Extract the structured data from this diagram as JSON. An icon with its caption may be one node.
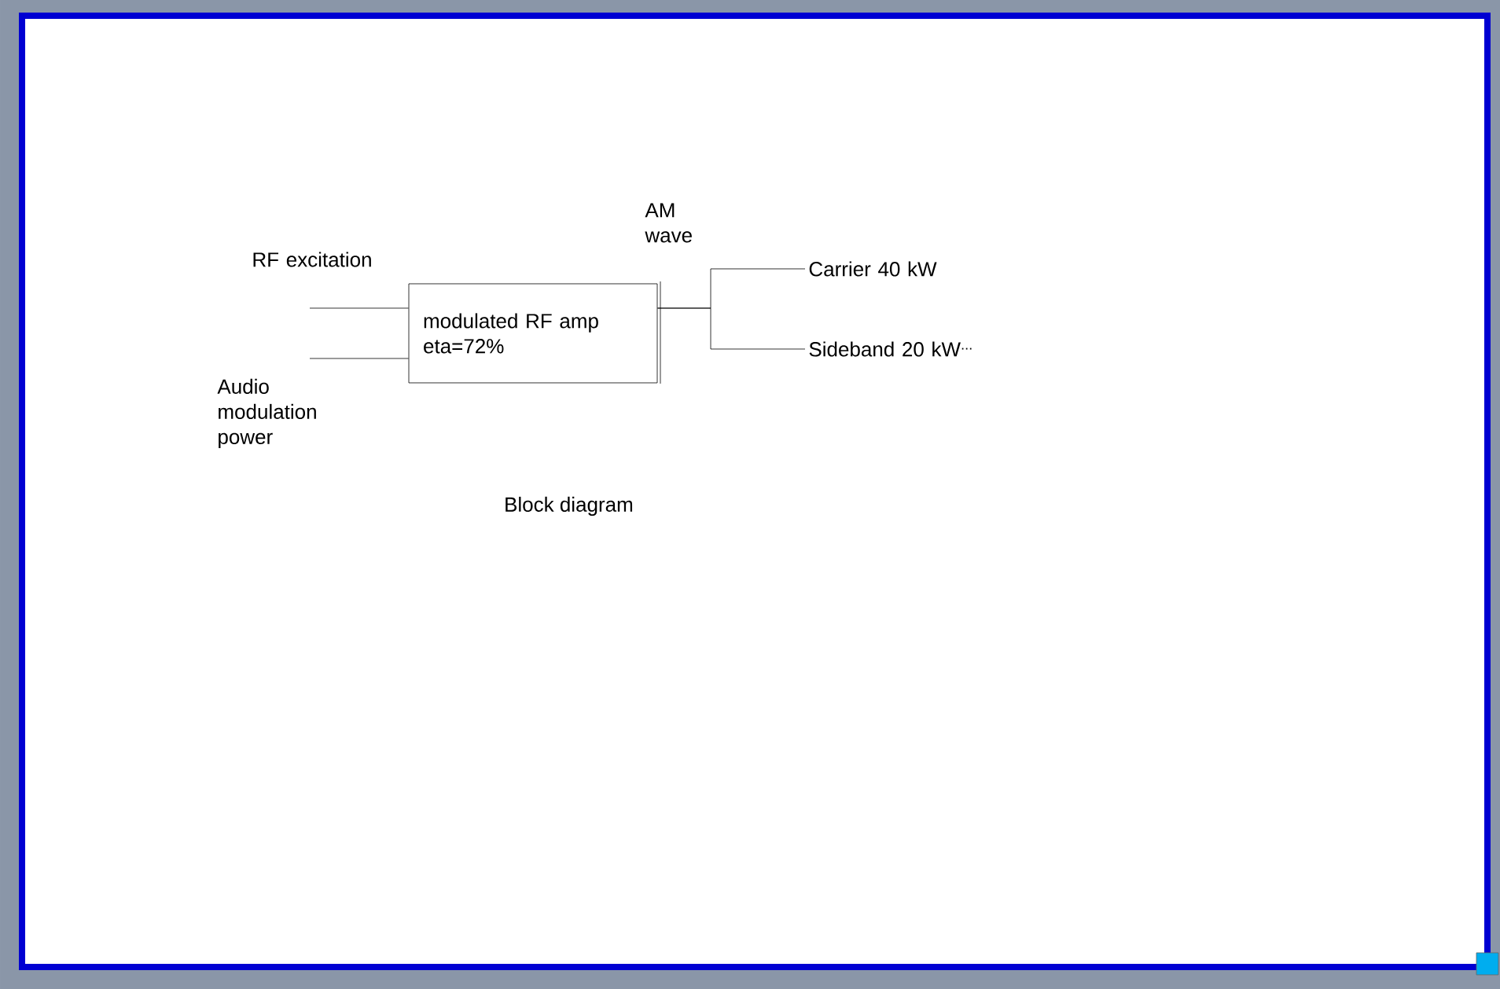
{
  "diagram": {
    "caption": "Block diagram",
    "nodes": [
      {
        "text": [
          "RF excitation"
        ]
      },
      {
        "text": [
          "Audio modulation power"
        ]
      },
      {
        "text": [
          "modulated RF amp eta=72%"
        ]
      },
      {
        "text": [
          "Carrier 40 kW"
        ]
      },
      {
        "text": [
          "Sideband 20 kW$^{...}$"
        ]
      }
    ],
    "edges": [
      {
        "from": 0,
        "to": 2,
        "arrow": "none"
      },
      {
        "from": 1,
        "to": 2,
        "arrow": "none"
      },
      {
        "from": 2,
        "to": 3,
        "arrow": "none"
      },
      {
        "from": 2,
        "to": 4,
        "arrow": "none"
      }
    ],
    "labels": [
      "AM wave"
    ]
  }
}
